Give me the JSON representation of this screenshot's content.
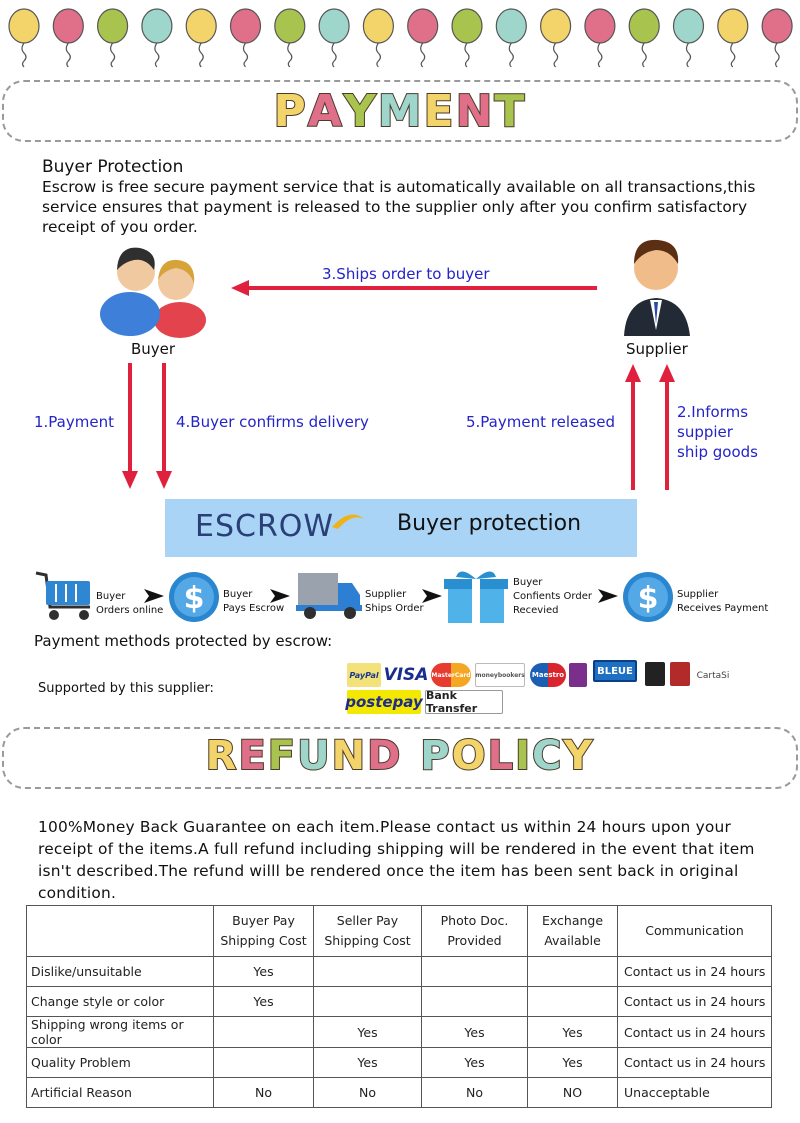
{
  "colors": {
    "balloon_yellow": "#f2d46b",
    "balloon_pink": "#e0708a",
    "balloon_green": "#a8c44e",
    "balloon_teal": "#9fd6cc",
    "arrow_red": "#e0213e",
    "label_blue": "#2424c8",
    "escrow_box": "#a9d4f5"
  },
  "payment_banner": {
    "title": "PAYMENT"
  },
  "buyer_protection": {
    "heading": "Buyer Protection",
    "text": "Escrow is free secure payment service that is automatically available on all transactions,this service ensures that payment is released to the supplier only after you confirm satisfactory receipt of you order."
  },
  "flow": {
    "buyer_label": "Buyer",
    "supplier_label": "Supplier",
    "ships_order": "3.Ships order to buyer",
    "payment": "1.Payment",
    "buyer_confirms": "4.Buyer confirms delivery",
    "payment_released": "5.Payment released",
    "informs_line1": "2.Informs",
    "informs_line2": "suppier",
    "informs_line3": "ship goods",
    "buyer_icon": "buyer-couple-icon",
    "supplier_icon": "supplier-businessman-icon"
  },
  "escrow": {
    "word": "ESCROW",
    "tagline": "Buyer protection"
  },
  "steps": [
    {
      "line1": "Buyer",
      "line2": "Orders online",
      "icon": "shopping-cart-icon"
    },
    {
      "line1": "Buyer",
      "line2": "Pays Escrow",
      "icon": "dollar-coin-icon"
    },
    {
      "line1": "Supplier",
      "line2": "Ships Order",
      "icon": "delivery-truck-icon"
    },
    {
      "line1": "Buyer",
      "line2": "Confients Order",
      "line3": "Recevied",
      "icon": "gift-box-icon"
    },
    {
      "line1": "Supplier",
      "line2": "Receives Payment",
      "icon": "dollar-coin-icon"
    }
  ],
  "payment_methods": {
    "heading": "Payment methods protected by escrow:",
    "supported": "Supported by this supplier:",
    "logos": [
      "PayPal",
      "VISA",
      "MasterCard",
      "moneybookers",
      "Maestro",
      "BLEUE",
      "CartaSi",
      "postepay",
      "Bank Transfer"
    ]
  },
  "refund_banner": {
    "title": "REFUND POLICY"
  },
  "refund": {
    "text": "100%Money Back Guarantee on each item.Please contact us within 24 hours upon your receipt of the items.A full refund including shipping will be rendered in the event that item isn't described.The refund willl be rendered once the item has been sent back in original condition.",
    "headers": [
      "",
      "Buyer Pay\nShipping Cost",
      "Seller Pay\nShipping Cost",
      "Photo Doc.\nProvided",
      "Exchange\nAvailable",
      "Communication"
    ],
    "rows": [
      [
        "Dislike/unsuitable",
        "Yes",
        "",
        "",
        "",
        "Contact us in 24 hours"
      ],
      [
        "Change style or color",
        "Yes",
        "",
        "",
        "",
        "Contact us in 24 hours"
      ],
      [
        "Shipping wrong items or color",
        "",
        "Yes",
        "Yes",
        "Yes",
        "Contact us in 24 hours"
      ],
      [
        "Quality Problem",
        "",
        "Yes",
        "Yes",
        "Yes",
        "Contact us in 24 hours"
      ],
      [
        "Artificial Reason",
        "No",
        "No",
        "No",
        "NO",
        "Unacceptable"
      ]
    ]
  }
}
